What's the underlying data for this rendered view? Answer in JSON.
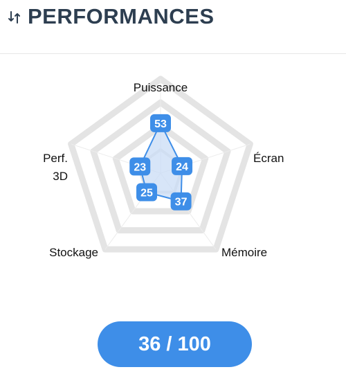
{
  "header": {
    "title": "PERFORMANCES",
    "icon": "sort-arrows-icon"
  },
  "chart_data": {
    "type": "radar",
    "axes": [
      "Puissance",
      "Écran",
      "Mémoire",
      "Stockage",
      "Perf. 3D"
    ],
    "values": [
      53,
      24,
      37,
      25,
      23
    ],
    "rmax": 100,
    "rings": 4,
    "colors": {
      "accent": "#3e8ee8",
      "fill": "#c9dcf6",
      "grid": "#e4e4e4"
    }
  },
  "score": {
    "label": "36 / 100"
  }
}
